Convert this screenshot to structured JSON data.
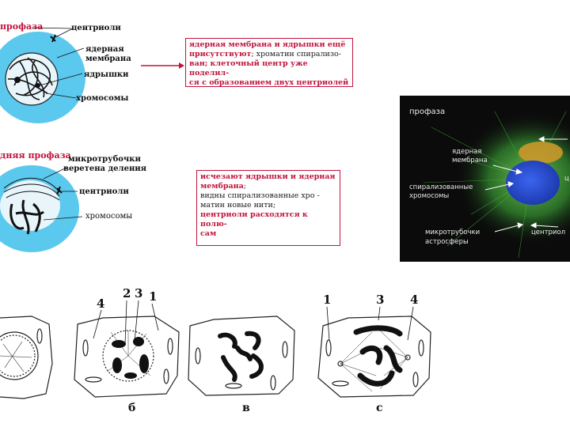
{
  "top_section": {
    "title": "профаза",
    "labels": {
      "centrioles": "центриоли",
      "nuclear_membrane_1": "ядерная",
      "nuclear_membrane_2": "мембрана",
      "nucleoli": "ядрышки",
      "chromosomes": "хромосомы"
    },
    "note": {
      "red_1": "ядерная мембрана и ядрышки ещё присутствуют",
      "black_1": "; хроматин спирализо-",
      "red_2": "ван; клеточный центр уже поделил-",
      "red_3": "ся с образованием двух центриолей"
    }
  },
  "middle_section": {
    "title": "дняя профаза",
    "labels": {
      "microtubules_1": "микротрубочки",
      "microtubules_2": "веретена деления",
      "centrioles": "центриоли",
      "chromosomes": "хромосомы"
    },
    "note": {
      "red_1": "исчезают ядрышки и ядерная",
      "red_2": "мембрана",
      "black_2": ";",
      "black_3": "видны спирализованные хро -",
      "black_4": "матин новые нити;",
      "red_5": "центриоли расходятся к полю-",
      "red_6": "сам"
    }
  },
  "fluorescence": {
    "title": "профаза",
    "labels": {
      "nuclear_membrane_1": "ядерная",
      "nuclear_membrane_2": "мембрана",
      "spiral_chromosomes_1": "спирализованные",
      "spiral_chromosomes_2": "хромосомы",
      "microtubules_1": "микротрубочки",
      "microtubules_2": "астросферы",
      "centriole": "центриол",
      "edge_letter": "ц"
    }
  },
  "bottom_section": {
    "numbers_b": [
      "2",
      "3",
      "1",
      "4"
    ],
    "numbers_c": [
      "1",
      "3",
      "4"
    ],
    "letters": [
      "б",
      "в",
      "с"
    ]
  },
  "colors": {
    "accent_red": "#c0143c",
    "cell_blue": "#5bc8ee",
    "fluor_nucleus": "#2c52d8",
    "fluor_green": "#3fae3a"
  }
}
